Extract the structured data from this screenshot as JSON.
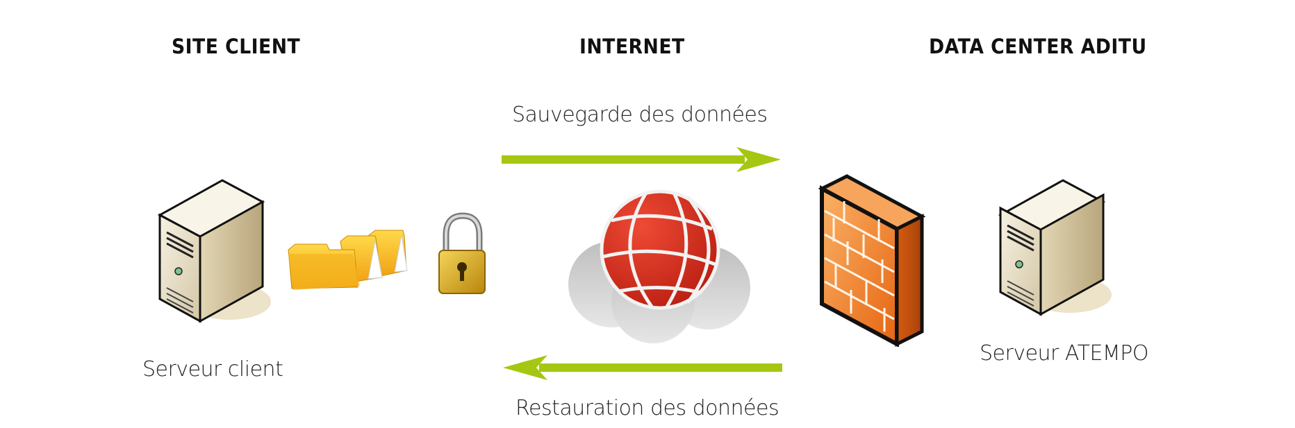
{
  "titles": {
    "site_client": "SITE CLIENT",
    "internet": "INTERNET",
    "data_center": "DATA CENTER ADITU"
  },
  "flows": {
    "backup": "Sauvegarde des données",
    "restore": "Restauration des données"
  },
  "nodes": {
    "client_server": "Serveur client",
    "atempo_server": "Serveur ATEMPO"
  },
  "colors": {
    "arrow": "#a5c711",
    "globe": "#d8301f",
    "cloud": "#c9c9c9",
    "firewall": "#f07a24",
    "folder": "#f5b81b",
    "lock": "#d6a41c"
  },
  "icons": [
    "server-icon",
    "folders-icon",
    "padlock-icon",
    "globe-icon",
    "cloud-icon",
    "firewall-icon"
  ]
}
